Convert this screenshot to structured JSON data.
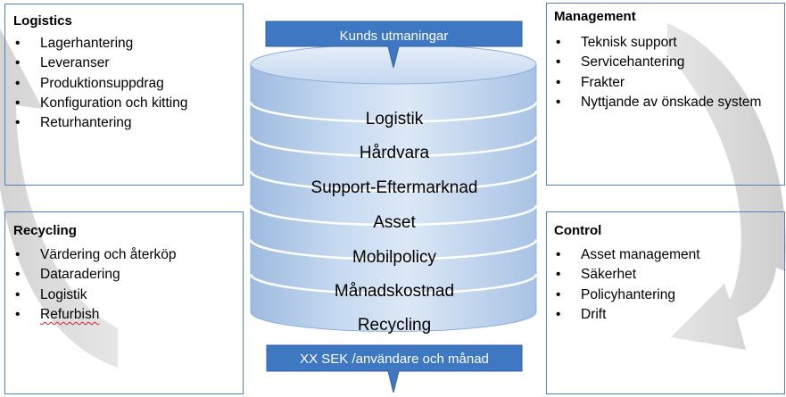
{
  "header_banner": {
    "label": "Kunds utmaningar"
  },
  "footer_banner": {
    "label": "XX SEK /användare och månad"
  },
  "stack": {
    "layers": [
      "Logistik",
      "Hårdvara",
      "Support-Eftermarknad",
      "Asset",
      "Mobilpolicy",
      "Månadskostnad",
      "Recycling"
    ]
  },
  "logistics": {
    "title": "Logistics",
    "items": [
      "Lagerhantering",
      "Leveranser",
      "Produktionsuppdrag",
      "Konfiguration och kitting",
      "Returhantering"
    ]
  },
  "management": {
    "title": "Management",
    "items": [
      "Teknisk support",
      "Servicehantering",
      "Frakter",
      "Nyttjande av önskade system"
    ]
  },
  "recycling": {
    "title": "Recycling",
    "items": [
      "Värdering och återköp",
      "Dataradering",
      "Logistik",
      "Refurbish"
    ]
  },
  "control": {
    "title": "Control",
    "items": [
      "Asset management",
      "Säkerhet",
      "Policyhantering",
      "Drift"
    ]
  },
  "colors": {
    "box_border": "#4f81bd",
    "banner": "#3e78c2",
    "cylinder_light": "#dbe8f6",
    "cylinder_mid": "#b3cdea",
    "cylinder_edge": "#9ab8de",
    "arrow_gray": "#c8c8c8"
  }
}
